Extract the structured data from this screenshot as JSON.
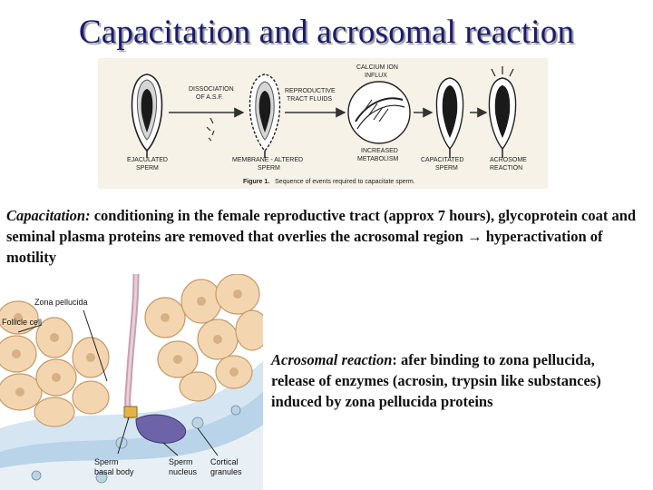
{
  "slide": {
    "title": "Capacitation and acrosomal reaction"
  },
  "figure1": {
    "labels": {
      "dissociation": [
        "DISSOCIATION",
        "OF A.S.F."
      ],
      "reproductive": [
        "REPRODUCTIVE",
        "TRACT FLUIDS"
      ],
      "calcium": [
        "CALCIUM ION",
        "INFLUX"
      ],
      "ejaculated": [
        "EJACULATED",
        "SPERM"
      ],
      "membrane": [
        "MEMBRANE - ALTERED",
        "SPERM"
      ],
      "metabolism": [
        "INCREASED",
        "METABOLISM"
      ],
      "capacitated": [
        "CAPACITATED",
        "SPERM"
      ],
      "acrosome": [
        "ACROSOME",
        "REACTION"
      ]
    },
    "caption_bold": "Figure 1.",
    "caption_text": "Sequence of events required to capacitate sperm."
  },
  "capacitation": {
    "term": "Capacitation:",
    "text": " conditioning in the female reproductive tract (approx 7 hours), glycoprotein coat and seminal plasma proteins are removed that overlies the acrosomal region → hyperactivation of motility"
  },
  "figure2": {
    "labels": {
      "zona": "Zona pellucida",
      "follicle": "Follicle cell",
      "basal": [
        "Sperm",
        "basal body"
      ],
      "nucleus": [
        "Sperm",
        "nucleus"
      ],
      "cortical": [
        "Cortical",
        "granules"
      ]
    }
  },
  "acrosomal": {
    "term": "Acrosomal reaction",
    "text": ": afer binding to zona pellucida, release of enzymes (acrosin, trypsin like substances) induced by zona pellucida proteins"
  },
  "colors": {
    "title": "#1b1b6e",
    "figure_bg": "#f6f2e7",
    "cell_fill": "#f3d6b0",
    "zona_fill": "#b9d3e8",
    "sperm_head": "#6d63a8"
  }
}
